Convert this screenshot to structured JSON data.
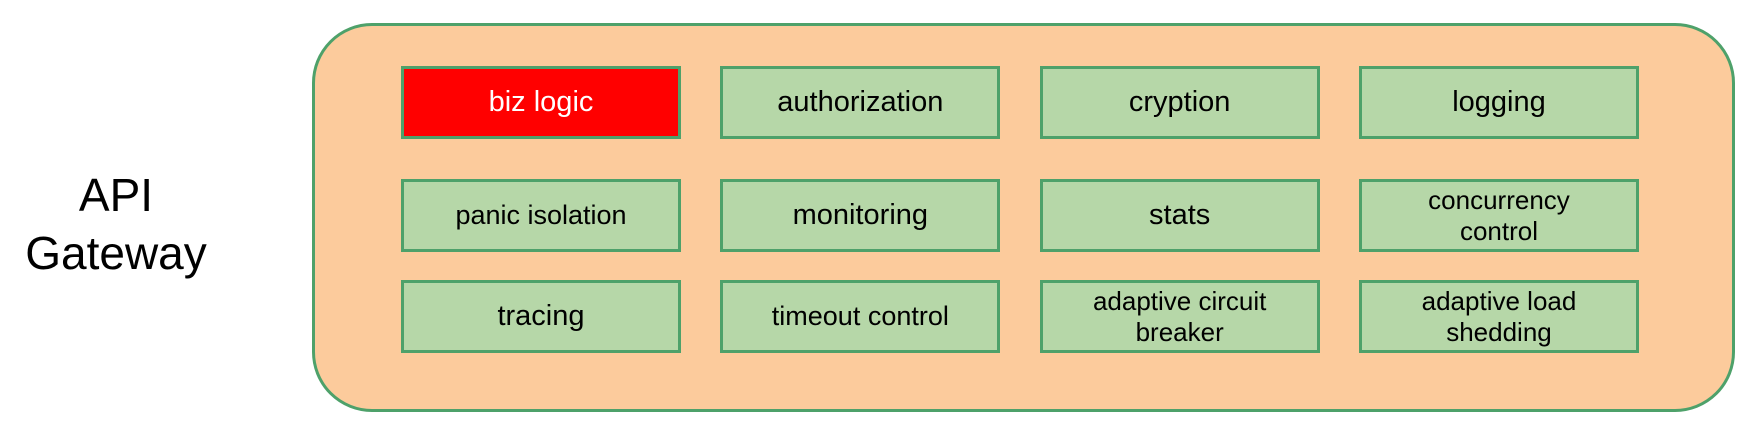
{
  "title": {
    "text": "API\nGateway"
  },
  "colors": {
    "container_fill": "#FCCB9C",
    "container_border": "#4EA16A",
    "box_fill": "#B6D7A8",
    "box_border": "#4EA16A",
    "highlight_fill": "#FF0000",
    "highlight_text": "#FFFFFF",
    "text": "#000000"
  },
  "grid": {
    "rows": [
      {
        "cells": [
          {
            "label": "biz logic",
            "highlight": true
          },
          {
            "label": "authorization",
            "highlight": false
          },
          {
            "label": "cryption",
            "highlight": false
          },
          {
            "label": "logging",
            "highlight": false
          }
        ]
      },
      {
        "cells": [
          {
            "label": "panic isolation",
            "highlight": false
          },
          {
            "label": "monitoring",
            "highlight": false
          },
          {
            "label": "stats",
            "highlight": false
          },
          {
            "label": "concurrency control",
            "highlight": false
          }
        ]
      },
      {
        "cells": [
          {
            "label": "tracing",
            "highlight": false
          },
          {
            "label": "timeout control",
            "highlight": false
          },
          {
            "label": "adaptive circuit breaker",
            "highlight": false
          },
          {
            "label": "adaptive load shedding",
            "highlight": false
          }
        ]
      }
    ]
  }
}
